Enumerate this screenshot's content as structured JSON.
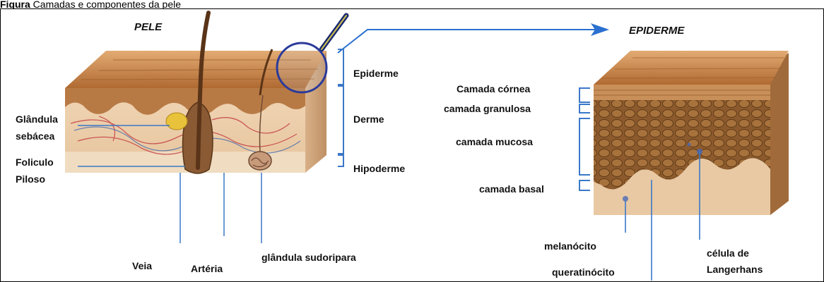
{
  "caption": {
    "prefix": "Figura",
    "text": "   Camadas e componentes da pele"
  },
  "titles": {
    "left": "PELE",
    "right": "EPIDERME"
  },
  "left_labels": {
    "glandula_sebacea_1": "Glândula",
    "glandula_sebacea_2": "sebácea",
    "foliculo_1": "Foliculo",
    "foliculo_2": "Piloso",
    "veia": "Veia",
    "arteria": "Artéria",
    "sudoripara": "glândula sudoripara"
  },
  "layer_labels": {
    "epiderme": "Epiderme",
    "derme": "Derme",
    "hipoderme": "Hipoderme"
  },
  "epidermis_labels": {
    "cornea": "Camada córnea",
    "granulosa": "camada granulosa",
    "mucosa": "camada mucosa",
    "basal": "camada basal",
    "melanocito": "melanócito",
    "queratinocito": "queratinócito",
    "langerhans_1": "célula de",
    "langerhans_2": "Langerhans"
  },
  "colors": {
    "pointer_lines": "#3a78c8",
    "epidermis_top": "#c9874a",
    "dermis": "#e8c9a6",
    "hypodermis": "#eed7b8"
  }
}
